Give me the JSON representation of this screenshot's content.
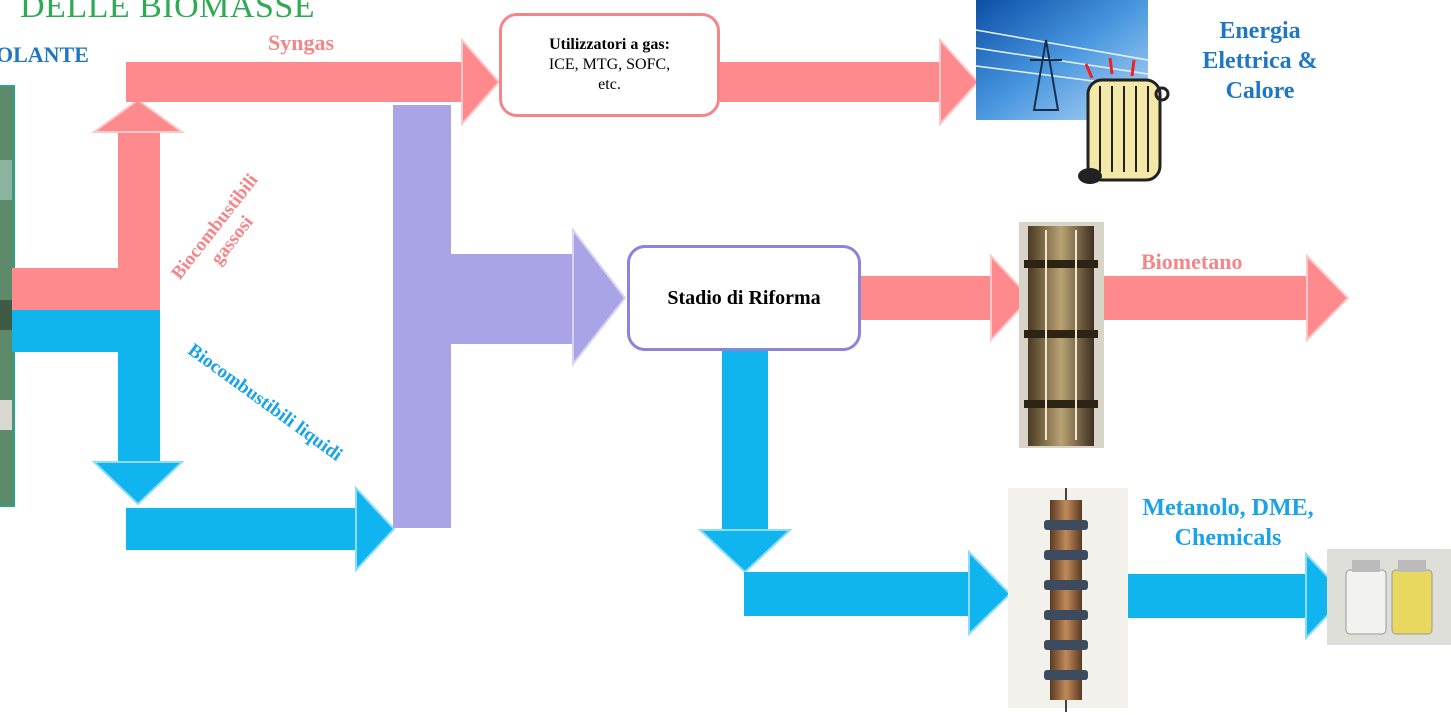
{
  "title_fragment": "DELLE BIOMASSE",
  "left_label": "OLANTE",
  "labels": {
    "syngas": "Syngas",
    "gaseous_line1": "Biocombustibili",
    "gaseous_line2": "gassosi",
    "liquid": "Biocombustibili liquidi",
    "biometano": "Biometano"
  },
  "boxes": {
    "gas_users_head": "Utilizzatori a gas:",
    "gas_users_line1": "ICE, MTG, SOFC,",
    "gas_users_line2": "etc.",
    "reforming": "Stadio di Riforma"
  },
  "outputs": {
    "energy_line1": "Energia",
    "energy_line2": "Elettrica &",
    "energy_line3": "Calore",
    "chem_line1": "Metanolo, DME,",
    "chem_line2": "Chemicals"
  },
  "colors": {
    "pink": "#ff8a8e",
    "blue": "#10b4ee",
    "lavender": "#a8a4e6",
    "title_green": "#2daa52",
    "label_blue": "#1f77c4"
  },
  "images": [
    "biomass-plant-photo",
    "power-lines-photo",
    "radiator-icon",
    "reactor-column-photo",
    "distillation-column-drawing",
    "chemical-bottles-photo"
  ]
}
